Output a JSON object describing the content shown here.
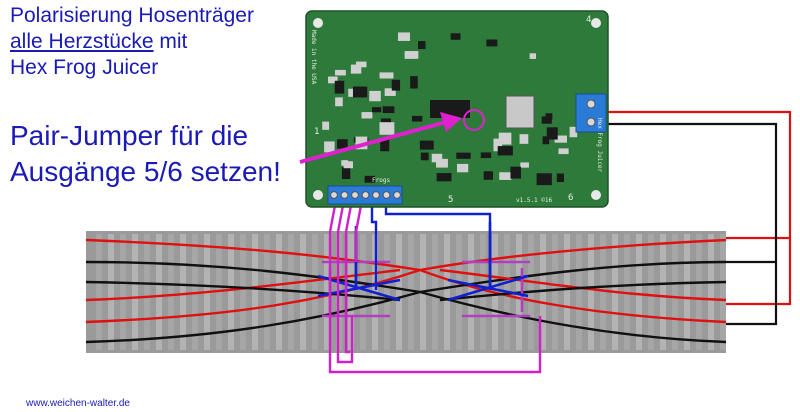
{
  "title": {
    "line1": "Polarisierung Hosenträger",
    "line2_underlined": "alle Herzstücke",
    "line2_rest": " mit",
    "line3": "Hex Frog Juicer"
  },
  "callout": {
    "line1": "Pair-Jumper für die",
    "line2": "Ausgänge 5/6 setzen!"
  },
  "board": {
    "label_frogs": "Frogs",
    "label_made": "Made in the USA",
    "label_product": "Hex Frog Juicer",
    "label_ref": "v1.5.1 ©16",
    "output_5": "5",
    "output_6": "6",
    "output_1": "1",
    "output_4": "4"
  },
  "colors": {
    "title_text": "#1a1ab4",
    "pointer_arrow": "#e020d0",
    "wire_red": "#e01010",
    "wire_black": "#101010",
    "wire_blue": "#1020d0",
    "wire_magenta": "#d020c8",
    "board_green": "#2e7a3a",
    "terminal_blue": "#2a7ad8"
  },
  "footer": {
    "url": "www.weichen-walter.de"
  }
}
